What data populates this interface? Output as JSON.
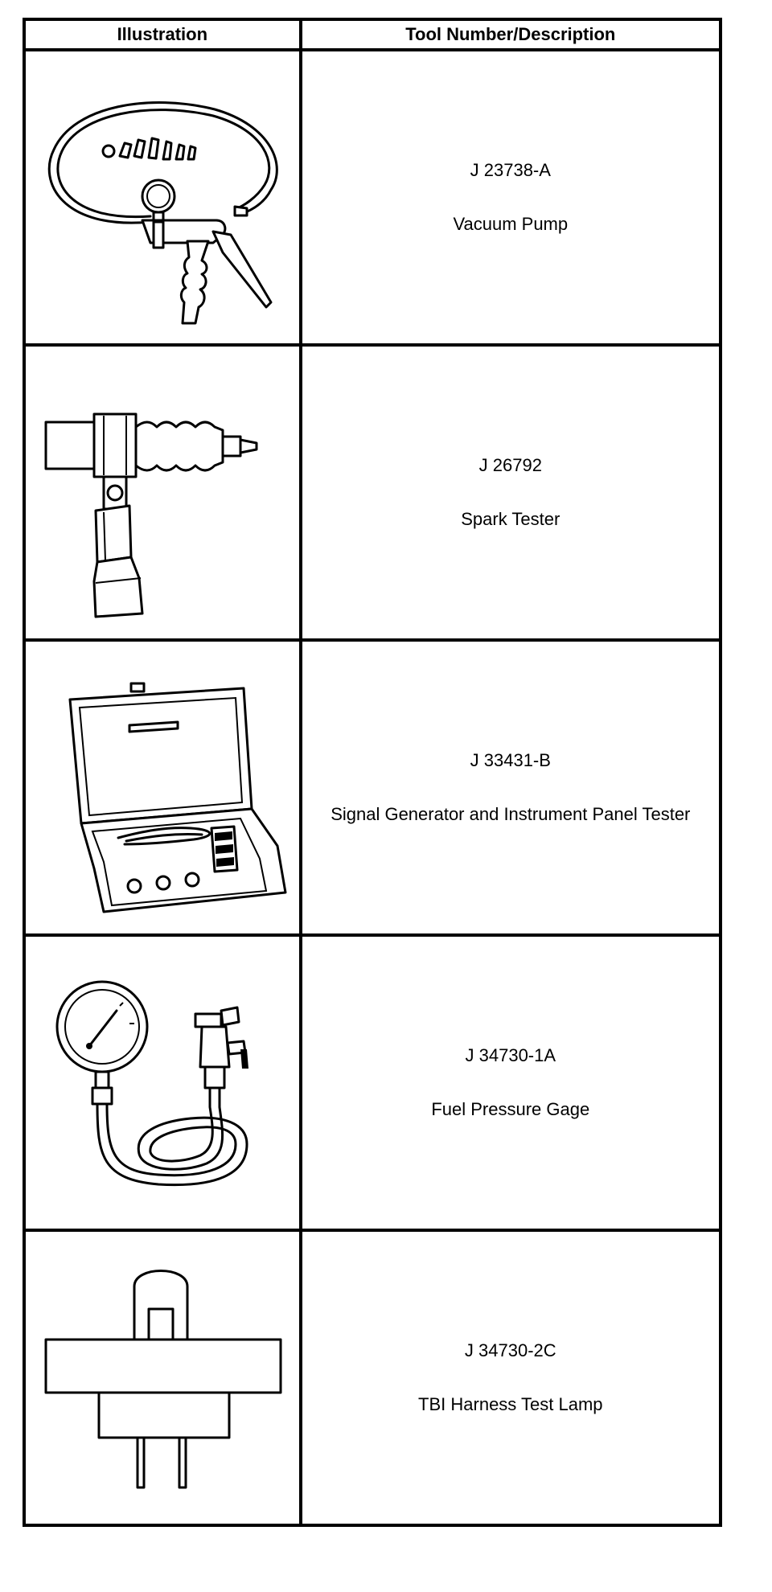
{
  "table": {
    "headers": {
      "illustration": "Illustration",
      "tool": "Tool Number/Description"
    },
    "rows": [
      {
        "number": "J 23738-A",
        "description": "Vacuum Pump",
        "icon": "vacuum-pump-icon"
      },
      {
        "number": "J 26792",
        "description": "Spark Tester",
        "icon": "spark-tester-icon"
      },
      {
        "number": "J 33431-B",
        "description": "Signal Generator and Instrument Panel Tester",
        "icon": "signal-generator-case-icon"
      },
      {
        "number": "J 34730-1A",
        "description": "Fuel Pressure Gage",
        "icon": "fuel-pressure-gage-icon"
      },
      {
        "number": "J 34730-2C",
        "description": "TBI Harness Test Lamp",
        "icon": "test-lamp-icon"
      }
    ]
  }
}
